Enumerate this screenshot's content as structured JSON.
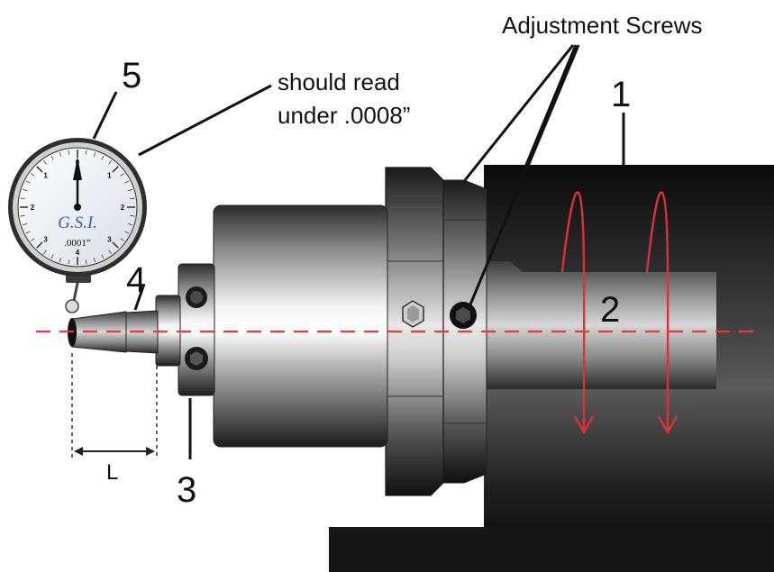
{
  "labels": {
    "adjustment_screws": "Adjustment Screws",
    "note_line1": "should read",
    "note_line2": "under .0008”",
    "n1": "1",
    "n2": "2",
    "n3": "3",
    "n4": "4",
    "n5": "5",
    "length": "L"
  },
  "gauge": {
    "brand": "G.S.I.",
    "resolution": ".0001”",
    "ticks": [
      "0",
      "1",
      "2",
      "3",
      "4",
      "3",
      "2",
      "1"
    ]
  },
  "colors": {
    "centerline": "#e23b3b",
    "rotation_arrow": "#d8323b",
    "brand_text": "#3a5ba8",
    "spindle_dark": "#161616"
  },
  "icons": {
    "rotation": "rotation-arrow-icon",
    "hex_screw": "hex-socket-screw-icon",
    "hex_nut": "hex-nut-icon"
  }
}
